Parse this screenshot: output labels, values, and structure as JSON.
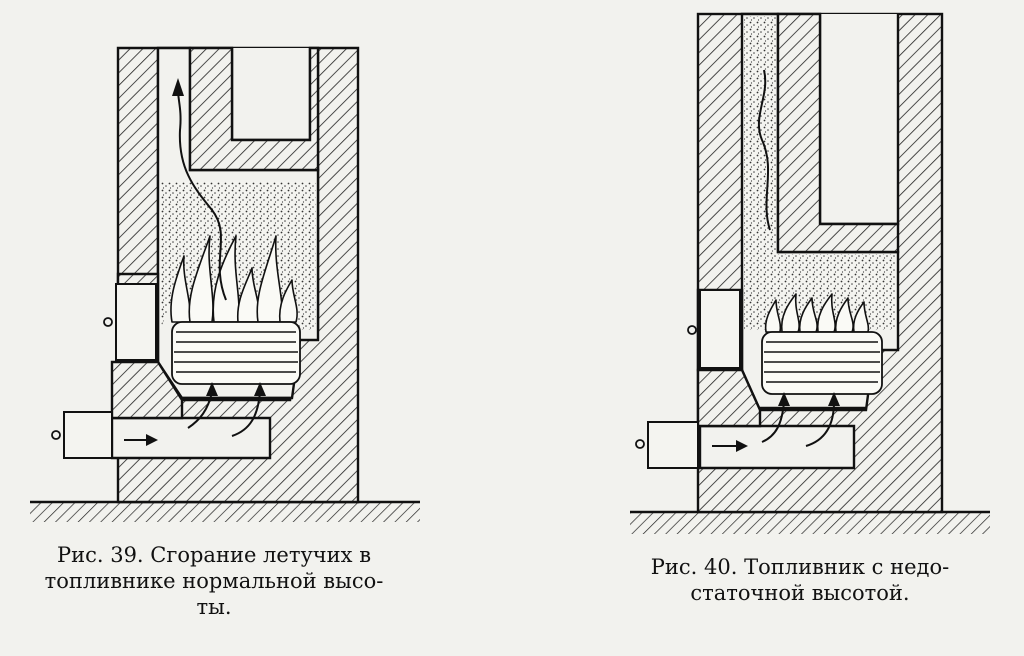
{
  "figure_39": {
    "caption_lines": [
      "Рис. 39. Сгорание летучих в",
      "топливнике нормальной высо-",
      "ты."
    ]
  },
  "figure_40": {
    "caption_lines": [
      "Рис. 40. Топливник с недо-",
      "статочной высотой."
    ]
  }
}
